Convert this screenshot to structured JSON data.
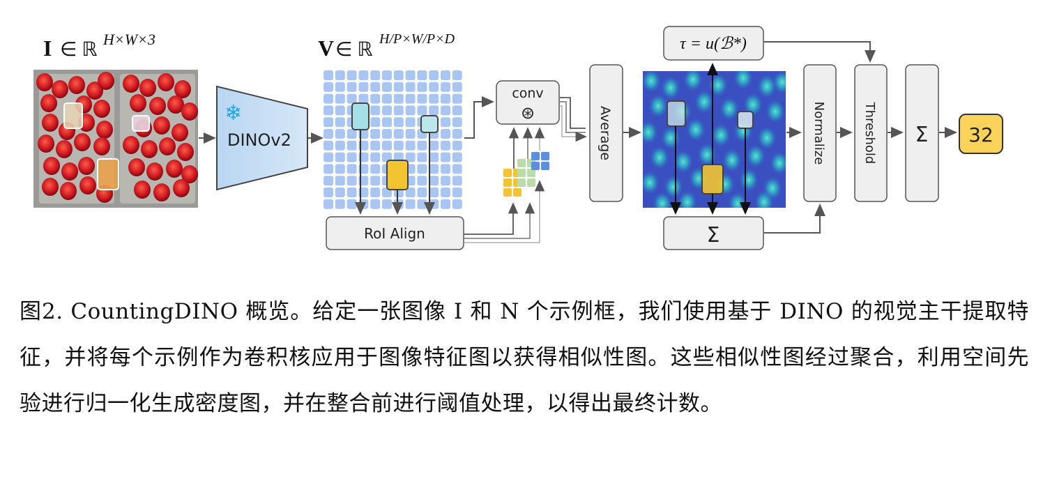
{
  "figure": {
    "input_label": {
      "bold": "I",
      "sym": "∈ ℝ",
      "sup": "H×W×3"
    },
    "feature_label": {
      "bold": "V",
      "sym": "∈ ℝ",
      "sup": "H/P×W/P×D"
    },
    "backbone_label": "DINOv2",
    "backbone_icon": "snowflake-icon",
    "conv_label": "conv",
    "conv_symbol": "⊛",
    "roi_label": "RoI Align",
    "average_label": "Average",
    "tau_label": "τ = u(ℬ*)",
    "sum_symbol": "Σ",
    "normalize_label": "Normalize",
    "threshold_label": "Threshold",
    "count_value": "32",
    "colors": {
      "feature_blue": "#a9c6f2",
      "exemplar_yellow": "#f2c431",
      "exemplar_cyan": "#a5e0e8",
      "box_gray": "#efefef",
      "count_yellow": "#fbd25a"
    }
  },
  "caption": {
    "text": "图2. CountingDINO 概览。给定一张图像 I 和 N 个示例框，我们使用基于 DINO 的视觉主干提取特征，并将每个示例作为卷积核应用于图像特征图以获得相似性图。这些相似性图经过聚合，利用空间先验进行归一化生成密度图，并在整合前进行阈值处理，以得出最终计数。"
  }
}
